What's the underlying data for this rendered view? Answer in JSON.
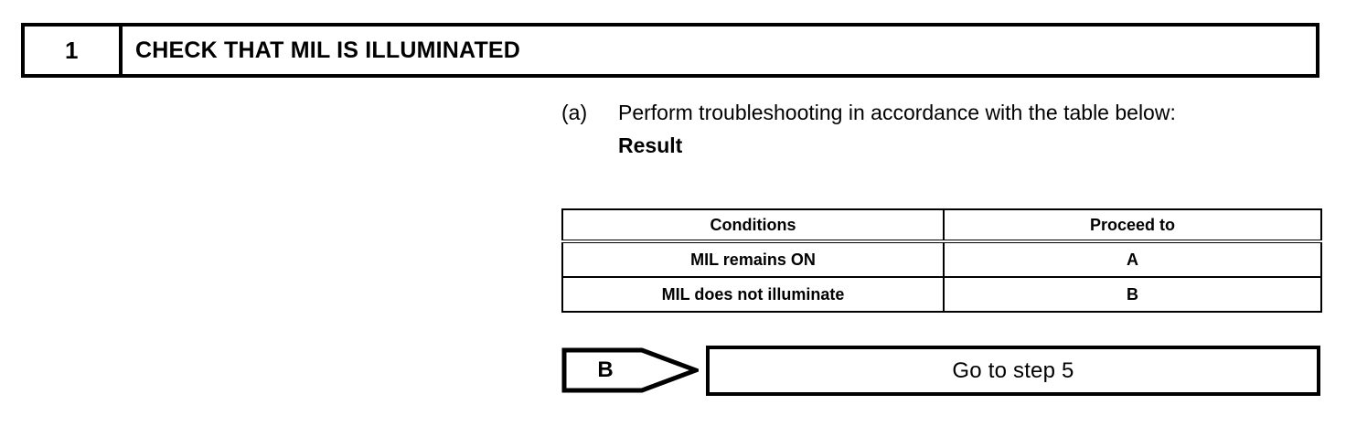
{
  "step": {
    "number": "1",
    "title": "CHECK THAT MIL IS ILLUMINATED"
  },
  "instruction": {
    "marker": "(a)",
    "text": "Perform troubleshooting in accordance with the table below:",
    "subhead": "Result"
  },
  "result_table": {
    "headers": [
      "Conditions",
      "Proceed to"
    ],
    "rows": [
      {
        "condition": "MIL remains ON",
        "proceed_to": "A"
      },
      {
        "condition": "MIL does not illuminate",
        "proceed_to": "B"
      }
    ]
  },
  "flow": {
    "tag": "B",
    "goto_label": "Go to step 5"
  },
  "colors": {
    "ink": "#000000",
    "paper": "#ffffff"
  }
}
